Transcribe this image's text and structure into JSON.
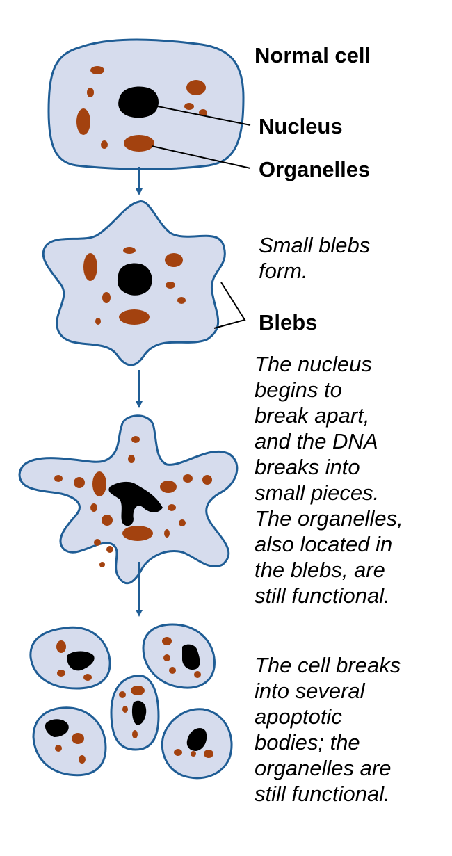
{
  "labels": {
    "normal_cell": "Normal cell",
    "nucleus": "Nucleus",
    "organelles": "Organelles",
    "blebs": "Blebs"
  },
  "captions": {
    "small_blebs": [
      "Small blebs",
      "form."
    ],
    "nucleus_breaks": [
      "The nucleus",
      "begins to",
      "break apart,",
      "and the DNA",
      "breaks into",
      "small pieces.",
      "The organelles,",
      "also located in",
      "the blebs, are",
      "still functional."
    ],
    "apoptotic_bodies": [
      "The cell breaks",
      "into several",
      "apoptotic",
      "bodies; the",
      "organelles are",
      "still functional."
    ]
  },
  "colors": {
    "cell_fill": "#d6dced",
    "membrane": "#1f5d95",
    "organelle": "#a3420f",
    "nucleus": "#000000",
    "arrow": "#1f5d95",
    "text": "#000000"
  }
}
